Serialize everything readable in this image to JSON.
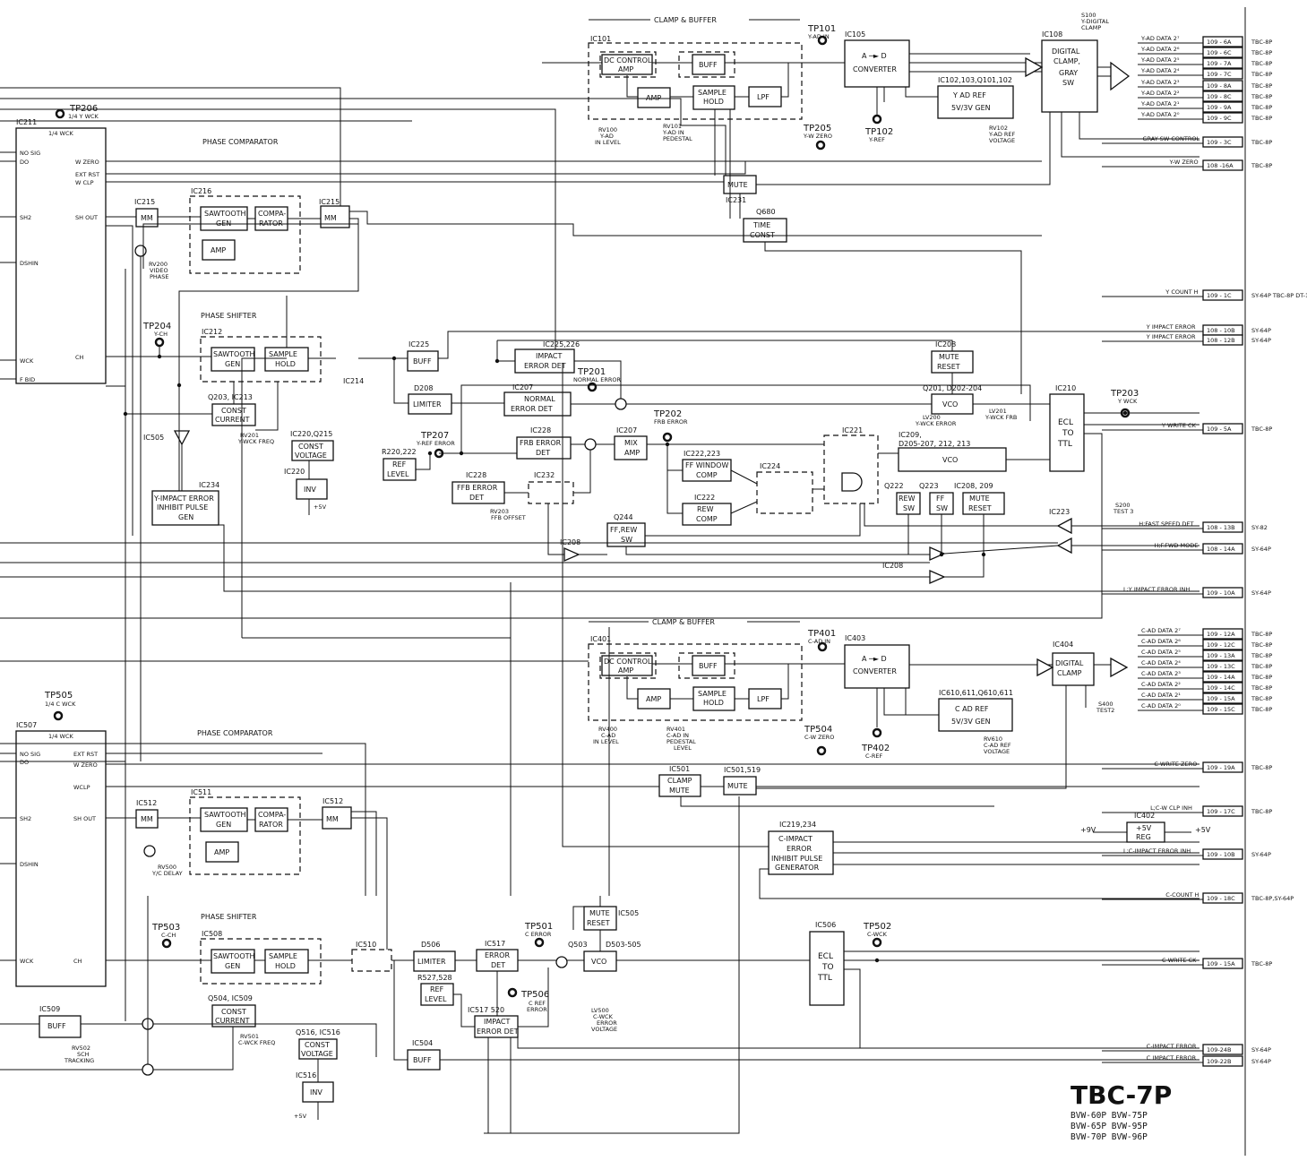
{
  "title": {
    "main": "TBC-7P",
    "models": [
      "BVW-60P  BVW-75P",
      "BVW-65P  BVW-95P",
      "BVW-70P  BVW-96P"
    ]
  },
  "y_channel": {
    "clamp_buffer": "CLAMP & BUFFER",
    "ic101": "IC101",
    "dc_control_amp": [
      "DC CONTROL",
      "AMP"
    ],
    "buff": "BUFF",
    "amp": "AMP",
    "sample_hold": [
      "SAMPLE",
      "HOLD"
    ],
    "lpf": "LPF",
    "rv100": [
      "RV100",
      "Y-AD",
      "IN LEVEL"
    ],
    "rv101": [
      "RV101",
      "Y-AD IN",
      "PEDESTAL"
    ],
    "tp101": [
      "TP101",
      "Y-AD IN"
    ],
    "ic105": "IC105",
    "converter": [
      "A ─► D",
      "CONVERTER"
    ],
    "tp102": [
      "TP102",
      "Y-REF"
    ],
    "ic102_ref": "IC102,103,Q101,102",
    "y_ad_ref": [
      "Y AD REF",
      "5V/3V GEN"
    ],
    "rv102": [
      "RV102",
      "Y-AD REF",
      "VOLTAGE"
    ],
    "s100": [
      "S100",
      "Y-DIGITAL",
      "CLAMP"
    ],
    "ic108": "IC108",
    "digital_clamp": [
      "DIGITAL",
      "CLAMP,",
      "GRAY",
      "SW"
    ],
    "tp205": [
      "TP205",
      "Y-W ZERO"
    ],
    "ic231": "IC231",
    "mute": "MUTE",
    "q680": "Q680",
    "time_const": [
      "TIME",
      "CONST"
    ],
    "tp206": [
      "TP206",
      "1/4 Y WCK"
    ],
    "ic211": "IC211",
    "ic211_sub": "1/4 WCK",
    "ic211_left_pins": [
      "NO SIG",
      "DO",
      "SH2",
      "DSHIN",
      "WCK",
      "F BID"
    ],
    "ic211_right_pins": [
      "W ZERO",
      "EXT RST",
      "W CLP",
      "SH OUT",
      "CH"
    ],
    "phase_comparator": "PHASE COMPARATOR",
    "ic215": "IC215",
    "mm": "MM",
    "ic216": "IC216",
    "sawtooth_gen": [
      "SAWTOOTH",
      "GEN"
    ],
    "comparator": [
      "COMPA-",
      "RATOR"
    ],
    "ic215b": "IC215",
    "rv200": [
      "RV200",
      "VIDEO",
      "PHASE"
    ],
    "phase_shifter": "PHASE SHIFTER",
    "tp204": [
      "TP204",
      "Y-CH"
    ],
    "ic212": "IC212",
    "ic214": "IC214",
    "ic225": "IC225",
    "ic225_226": "IC225,226",
    "impact_error_det": [
      "IMPACT",
      "ERROR DET"
    ],
    "tp201": [
      "TP201",
      "NORMAL ERROR"
    ],
    "d208": "D208",
    "limiter": "LIMITER",
    "ic207": "IC207",
    "normal_error_det": [
      "NORMAL",
      "ERROR  DET"
    ],
    "q203": "Q203, IC213",
    "const_current": [
      "CONST",
      "CURRENT"
    ],
    "rv201": [
      "RV201",
      "Y-WCK FREQ"
    ],
    "ic220_q215": "IC220,Q215",
    "const_voltage": [
      "CONST",
      "VOLTAGE"
    ],
    "ic220": "IC220",
    "inv": "INV",
    "plus5v": "+5V",
    "ic505": "IC505",
    "ic234": "IC234",
    "y_impact_inhibit": [
      "Y-IMPACT ERROR",
      "INHIBIT PULSE",
      "GEN"
    ],
    "tp207": [
      "TP207",
      "Y-REF ERROR"
    ],
    "r220": "R220,222",
    "ref_level": [
      "REF",
      "LEVEL"
    ],
    "ic228": "IC228",
    "frb_error_det": [
      "FRB ERROR",
      "DET"
    ],
    "ic228b": "IC228",
    "ffb_error_det": [
      "FFB ERROR",
      "DET"
    ],
    "ic232": "IC232",
    "rv203": [
      "RV203",
      "FFB OFFSET"
    ],
    "ic207b": "IC207",
    "mix_amp": [
      "MIX",
      "AMP"
    ],
    "tp202": [
      "TP202",
      "FRB ERROR"
    ],
    "ic222_223": "IC222,223",
    "ff_window_comp": [
      "FF WINDOW",
      "COMP"
    ],
    "ic222": "IC222",
    "rew_comp": [
      "REW",
      "COMP"
    ],
    "ic224": "IC224",
    "q244": "Q244",
    "ff_rew_sw": [
      "FF,REW",
      "SW"
    ],
    "ic208_a": "IC208",
    "ic208_mute": "IC208",
    "mute_reset": [
      "MUTE",
      "RESET"
    ],
    "q201": "Q201,  D202-204",
    "vco": "VCO",
    "lv200": [
      "LV200",
      "Y-WCK ERROR"
    ],
    "lv201": [
      "LV201",
      "Y-WCK FRB"
    ],
    "ic221": "IC221",
    "ic209": [
      "IC209,",
      "D205-207, 212, 213"
    ],
    "q222": "Q222",
    "rew_sw": [
      "REW",
      "SW"
    ],
    "q223": "Q223",
    "ff_sw": [
      "FF",
      "SW"
    ],
    "ic208_209": "IC208, 209",
    "ic210": "IC210",
    "ecl_to_ttl": [
      "ECL",
      "TO",
      "TTL"
    ],
    "tp203": [
      "TP203",
      "Y WCK"
    ],
    "ic223": "IC223",
    "s200": [
      "S200",
      "TEST 3"
    ],
    "ic208_b": "IC208"
  },
  "c_channel": {
    "clamp_buffer": "CLAMP & BUFFER",
    "ic401": "IC401",
    "rv400": [
      "RV400",
      "C-AD",
      "IN LEVEL"
    ],
    "rv401": [
      "RV401",
      "C-AD IN",
      "PEDESTAL",
      "LEVEL"
    ],
    "tp401": [
      "TP401",
      "C-AD IN"
    ],
    "ic403": "IC403",
    "ic404": "IC404",
    "digital_clamp": [
      "DIGITAL",
      "CLAMP"
    ],
    "s400": [
      "S400",
      "TEST2"
    ],
    "ic610": "IC610,611,Q610,611",
    "c_ad_ref": [
      "C AD REF",
      "5V/3V GEN"
    ],
    "rv610": [
      "RV610",
      "C-AD REF",
      "VOLTAGE"
    ],
    "tp402": [
      "TP402",
      "C-REF"
    ],
    "tp504": [
      "TP504",
      "C-W ZERO"
    ],
    "tp505": [
      "TP505",
      "1/4 C WCK"
    ],
    "ic507": "IC507",
    "ic507_sub": "1/4 WCK",
    "ic507_right_pins": [
      "EXT RST",
      "W ZERO",
      "WCLP",
      "SH OUT",
      "CH"
    ],
    "ic501": "IC501",
    "clamp_mute": [
      "CLAMP",
      "MUTE"
    ],
    "ic501_519": "IC501,519",
    "mute": "MUTE",
    "ic219_234": "IC219,234",
    "c_impact": [
      "C-IMPACT",
      "ERROR",
      "INHIBIT PULSE",
      "GENERATOR"
    ],
    "ic512": "IC512",
    "ic511": "IC511",
    "ic512b": "IC512",
    "rv500": [
      "RV500",
      "Y/C DELAY"
    ],
    "phase_comparator": "PHASE COMPARATOR",
    "phase_shifter": "PHASE SHIFTER",
    "tp503": [
      "TP503",
      "C-CH"
    ],
    "ic508": "IC508",
    "ic510": "IC510",
    "d506": "D506",
    "ic517": "IC517",
    "error_det": [
      "ERROR",
      "DET"
    ],
    "tp501": [
      "TP501",
      "C ERROR"
    ],
    "q503": "Q503",
    "d503": "D503-505",
    "ic505_mute": "IC505",
    "mute_reset": [
      "MUTE",
      "RESET"
    ],
    "lv500": [
      "LV500",
      "C-WCK",
      "ERROR",
      "VOLTAGE"
    ],
    "r527": "R527,528",
    "tp506": [
      "TP506",
      "C REF",
      "ERROR"
    ],
    "ic517_520": "IC517 520",
    "impact_error_det": [
      "IMPACT",
      "ERROR DET"
    ],
    "ic504": "IC504",
    "ic506": "IC506",
    "tp502": [
      "TP502",
      "C-WCK"
    ],
    "ic509": "IC509",
    "rv502": [
      "RV502",
      "SCH",
      "TRACKING"
    ],
    "q504": "Q504, IC509",
    "rv501": [
      "RV501",
      "C-WCK FREQ"
    ],
    "q516": "Q516, IC516",
    "ic516": "IC516",
    "ic402": "IC402",
    "reg": [
      "+5V",
      "REG"
    ],
    "plus9v": "+9V",
    "plus5v": "+5V"
  },
  "outputs": [
    {
      "signal": "Y-AD DATA 2⁷",
      "conn": "109 - 6A",
      "dest": "TBC-8P"
    },
    {
      "signal": "Y-AD DATA 2⁶",
      "conn": "109 - 6C",
      "dest": "TBC-8P"
    },
    {
      "signal": "Y-AD DATA 2⁵",
      "conn": "109 - 7A",
      "dest": "TBC-8P"
    },
    {
      "signal": "Y-AD DATA 2⁴",
      "conn": "109 - 7C",
      "dest": "TBC-8P"
    },
    {
      "signal": "Y-AD DATA 2³",
      "conn": "109 - 8A",
      "dest": "TBC-8P"
    },
    {
      "signal": "Y-AD DATA 2²",
      "conn": "109 - 8C",
      "dest": "TBC-8P"
    },
    {
      "signal": "Y-AD DATA 2¹",
      "conn": "109 - 9A",
      "dest": "TBC-8P"
    },
    {
      "signal": "Y-AD DATA 2⁰",
      "conn": "109 - 9C",
      "dest": "TBC-8P"
    },
    {
      "signal": "GRAY SW CONTROL",
      "conn": "109 - 3C",
      "dest": "TBC-8P"
    },
    {
      "signal": "Y-W ZERO",
      "conn": "108 -16A",
      "dest": "TBC-8P"
    },
    {
      "signal": "Y COUNT H",
      "conn": "109 - 1C",
      "dest": "SY-64P TBC-8P DT-14P"
    },
    {
      "signal": "Y IMPACT ERROR",
      "conn": "108 - 10B",
      "dest": "SY-64P"
    },
    {
      "signal": "Y IMPACT ERROR",
      "conn": "108 - 12B",
      "dest": "SY-64P"
    },
    {
      "signal": "Y WRITE CK",
      "conn": "109 - 5A",
      "dest": "TBC-8P"
    },
    {
      "signal": "H;FAST SPEED DET",
      "conn": "108 - 13B",
      "dest": "SY-82"
    },
    {
      "signal": "H;F.FWD MODE",
      "conn": "108 - 14A",
      "dest": "SY-64P"
    },
    {
      "signal": "L;Y IMPACT ERROR INH",
      "conn": "109 - 10A",
      "dest": "SY-64P"
    },
    {
      "signal": "C-AD DATA 2⁷",
      "conn": "109 - 12A",
      "dest": "TBC-8P"
    },
    {
      "signal": "C-AD DATA 2⁶",
      "conn": "109 - 12C",
      "dest": "TBC-8P"
    },
    {
      "signal": "C-AD DATA 2⁵",
      "conn": "109 - 13A",
      "dest": "TBC-8P"
    },
    {
      "signal": "C-AD DATA 2⁴",
      "conn": "109 - 13C",
      "dest": "TBC-8P"
    },
    {
      "signal": "C-AD DATA 2³",
      "conn": "109 - 14A",
      "dest": "TBC-8P"
    },
    {
      "signal": "C-AD DATA 2²",
      "conn": "109 - 14C",
      "dest": "TBC-8P"
    },
    {
      "signal": "C-AD DATA 2¹",
      "conn": "109 - 15A",
      "dest": "TBC-8P"
    },
    {
      "signal": "C-AD DATA 2⁰",
      "conn": "109 - 15C",
      "dest": "TBC-8P"
    },
    {
      "signal": "C WRITE ZERO",
      "conn": "109 - 19A",
      "dest": "TBC-8P"
    },
    {
      "signal": "L;C-W CLP INH",
      "conn": "109 - 17C",
      "dest": "TBC-8P"
    },
    {
      "signal": "L;C-IMPACT ERROR INH",
      "conn": "109 - 10B",
      "dest": "SY-64P"
    },
    {
      "signal": "C-COUNT H",
      "conn": "109 - 18C",
      "dest": "TBC-8P,SY-64P"
    },
    {
      "signal": "C-WRITE CK",
      "conn": "109 - 15A",
      "dest": "TBC-8P"
    },
    {
      "signal": "C-IMPACT ERROR",
      "conn": "109-24B",
      "dest": "SY-64P"
    },
    {
      "signal": "C IMPACT ERROR",
      "conn": "109-22B",
      "dest": "SY-64P"
    }
  ]
}
